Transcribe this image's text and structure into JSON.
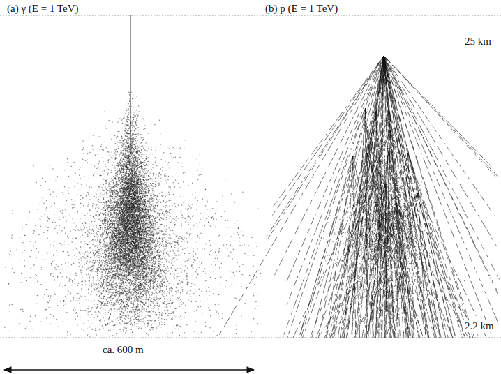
{
  "diagram": {
    "labels": [
      "(a) γ (E = 1 TeV)",
      "(b) p (E = 1 TeV)",
      "25 km",
      "2.2 km",
      "ca. 600 m"
    ]
  }
}
